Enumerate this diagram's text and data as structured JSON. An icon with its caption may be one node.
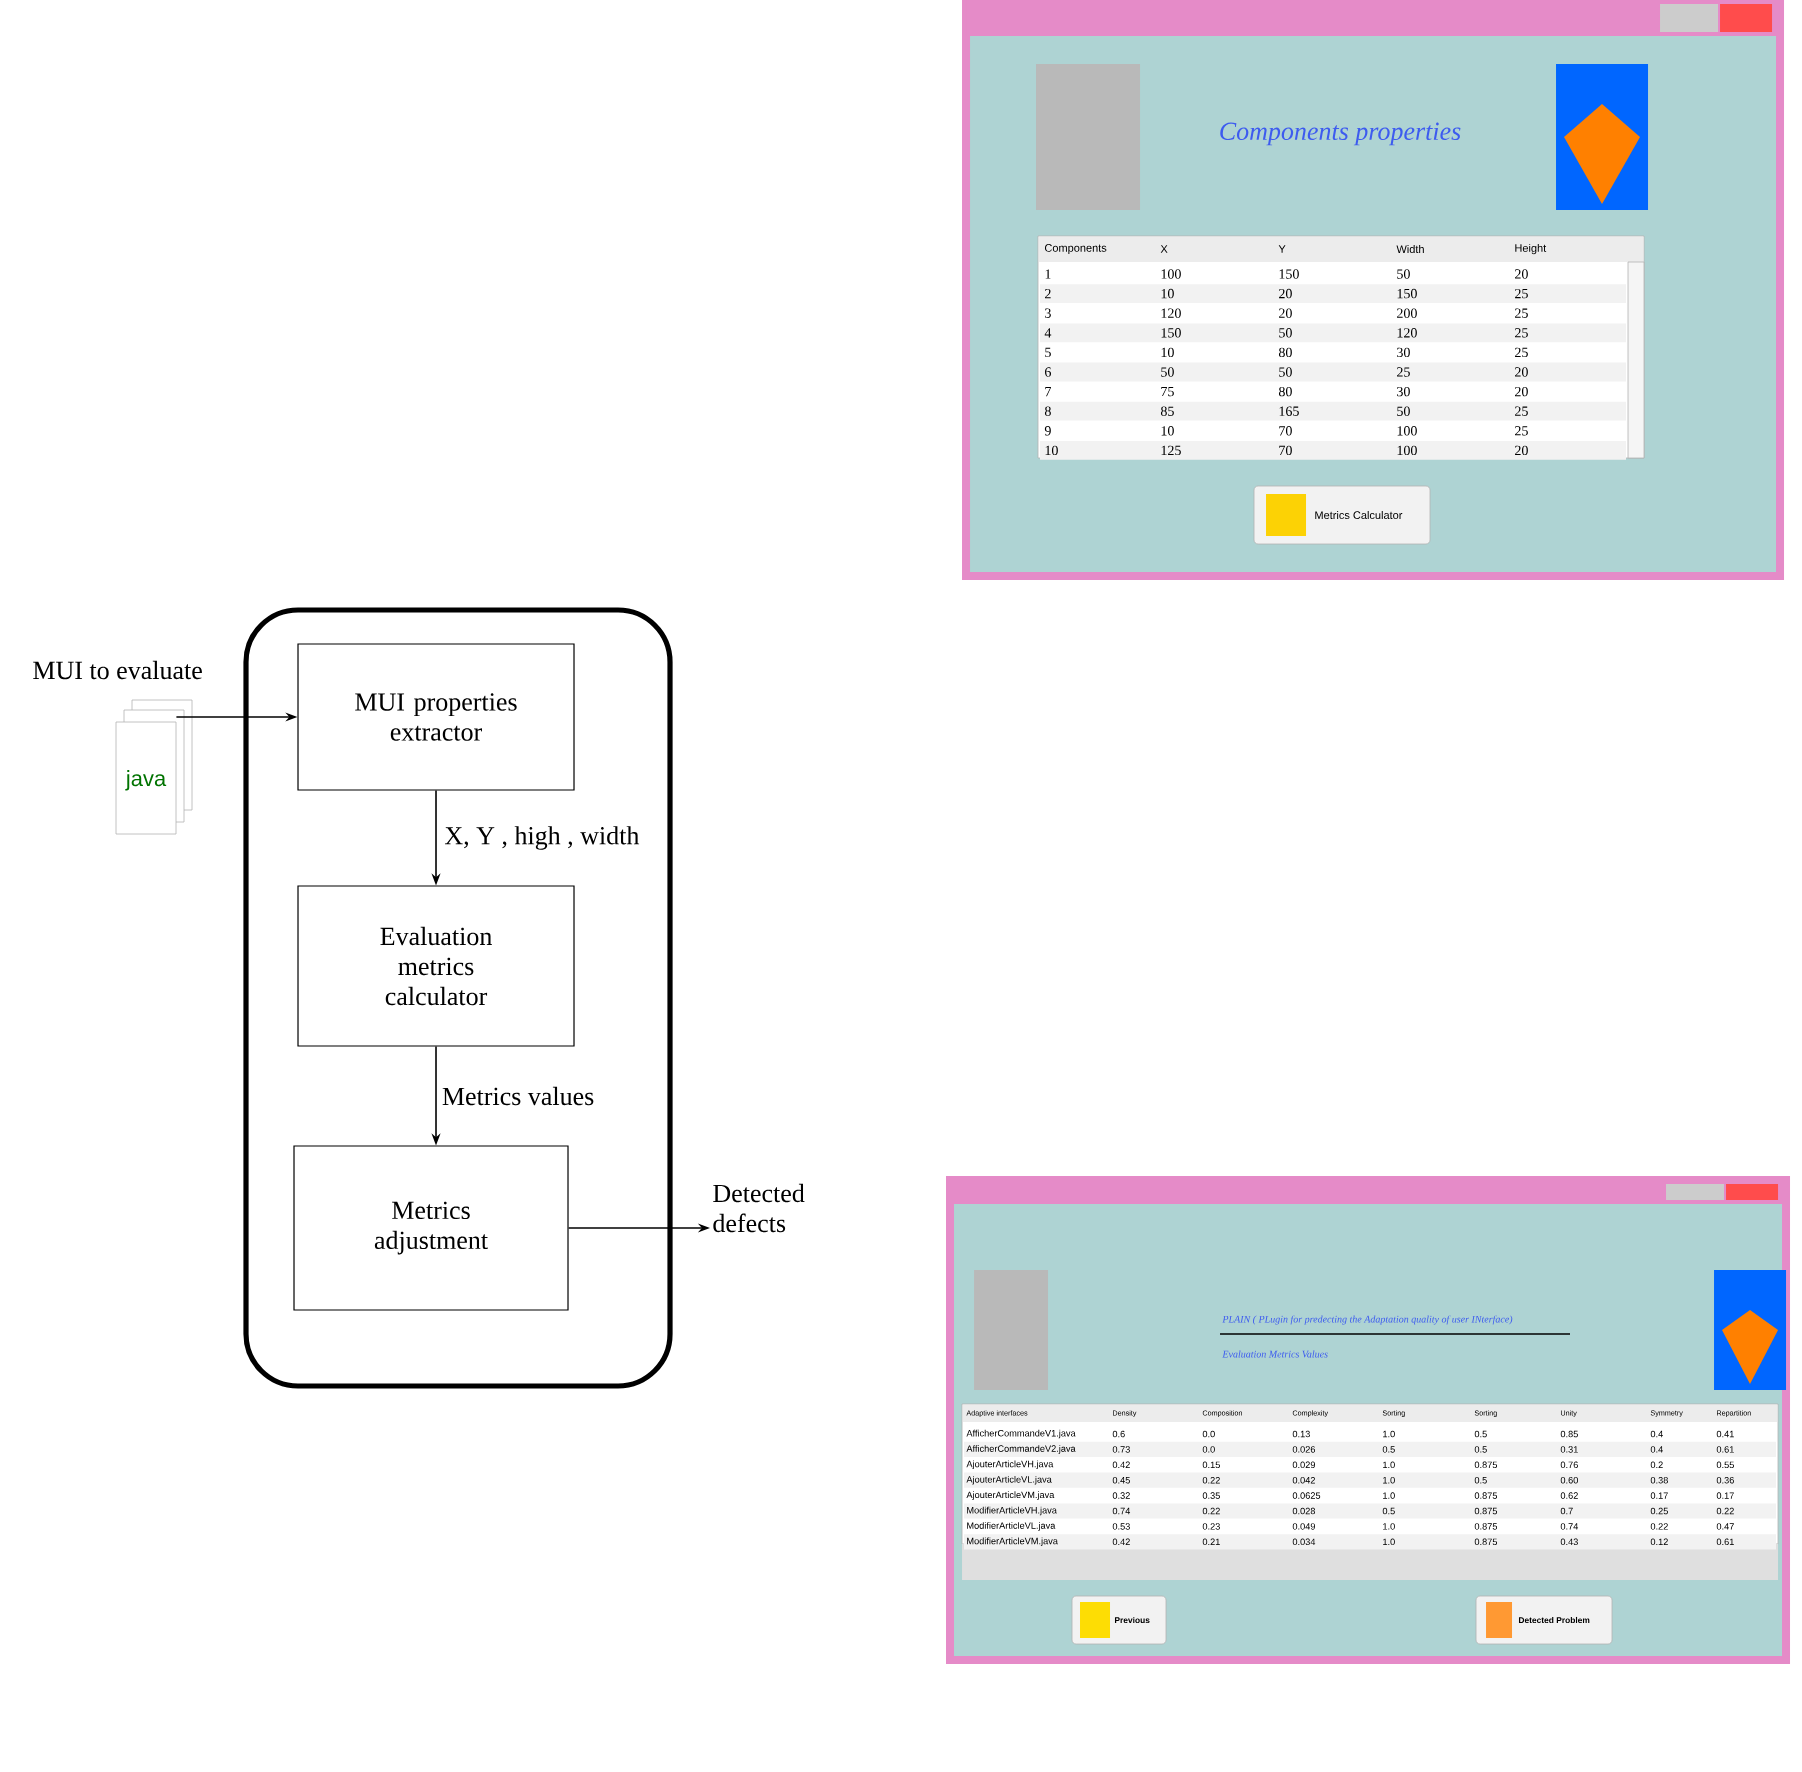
{
  "diagram": {
    "nodes": [
      {
        "text": [],
        "shape": "box"
      },
      {
        "text": [
          "java"
        ],
        "beside": [
          "MUI to evaluate"
        ]
      },
      {
        "text": [
          "MUI properties extractor"
        ],
        "in": 0
      },
      {
        "text": [
          "Evaluation metrics calculator"
        ],
        "in": 0
      },
      {
        "text": [
          "Metrics adjustment"
        ],
        "in": 0
      },
      {
        "text": [
          "Detected defects"
        ]
      }
    ],
    "edges": [
      {
        "from": 1,
        "to": 2,
        "arrow": "to"
      },
      {
        "from": 2,
        "to": 3,
        "arrow": "to",
        "label": "X, Y ,  high , width"
      },
      {
        "from": 3,
        "to": 4,
        "arrow": "to",
        "label": "Metrics values"
      },
      {
        "from": 4,
        "to": 5,
        "arrow": "to"
      }
    ],
    "labels": [
      "Components properties",
      "Components",
      "X",
      "Y",
      "Width",
      "Height",
      "1",
      "100",
      "150",
      "50",
      "20",
      "2",
      "10",
      "20",
      "150",
      "25",
      "3",
      "120",
      "20",
      "200",
      "25",
      "4",
      "150",
      "50",
      "120",
      "25",
      "5",
      "10",
      "80",
      "30",
      "25",
      "6",
      "50",
      "50",
      "25",
      "20",
      "7",
      "75",
      "80",
      "30",
      "20",
      "8",
      "85",
      "165",
      "50",
      "25",
      "9",
      "10",
      "70",
      "100",
      "25",
      "10",
      "125",
      "70",
      "100",
      "20",
      "Metrics Calculator",
      "PLAIN ( PLugin for predecting the Adaptation quality of user INterface)",
      "Evaluation Metrics Values",
      "Adaptive interfaces",
      "Density",
      "Composition",
      "Complexity",
      "Sorting",
      "Sorting",
      "Unity",
      "Symmetry",
      "Repartition",
      "AfficherCommandeV1.java",
      "0.6",
      "0.0",
      "0.13",
      "1.0",
      "0.5",
      "0.85",
      "0.4",
      "0.41",
      "AfficherCommandeV2.java",
      "0.73",
      "0.0",
      "0.026",
      "0.5",
      "0.5",
      "0.31",
      "0.4",
      "0.61",
      "AjouterArticleVH.java",
      "0.42",
      "0.15",
      "0.029",
      "1.0",
      "0.875",
      "0.76",
      "0.2",
      "0.55",
      "AjouterArticleVL.java",
      "0.45",
      "0.22",
      "0.042",
      "1.0",
      "0.5",
      "0.60",
      "0.38",
      "0.36",
      "AjouterArticleVM.java",
      "0.32",
      "0.35",
      "0.0625",
      "1.0",
      "0.875",
      "0.62",
      "0.17",
      "0.17",
      "ModifierArticleVH.java",
      "0.74",
      "0.22",
      "0.028",
      "0.5",
      "0.875",
      "0.7",
      "0.25",
      "0.22",
      "ModifierArticleVL.java",
      "0.53",
      "0.23",
      "0.049",
      "1.0",
      "0.875",
      "0.74",
      "0.22",
      "0.47",
      "ModifierArticleVM.java",
      "0.42",
      "0.21",
      "0.034",
      "1.0",
      "0.875",
      "0.43",
      "0.12",
      "0.61",
      "Previous",
      "Detected Problem"
    ]
  }
}
